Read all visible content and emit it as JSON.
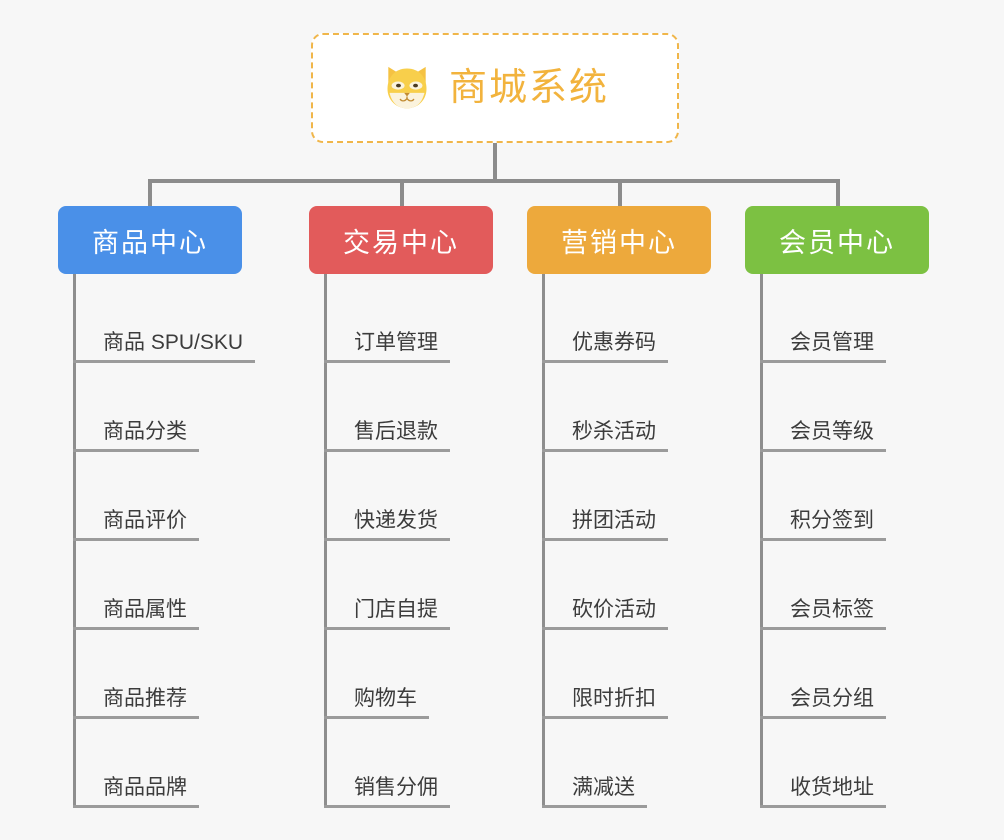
{
  "diagram": {
    "title": "商城系统",
    "type": "mindmap",
    "background_color": "#f7f7f7",
    "connector_color": "#8c8c8c",
    "root": {
      "label": "商城系统",
      "icon": "shiba-dog-face-icon",
      "text_color": "#f2b33d",
      "border_color": "#f0b64a",
      "background_color": "#ffffff"
    },
    "branches": [
      {
        "label": "商品中心",
        "color": "#4a90e8",
        "items": [
          "商品 SPU/SKU",
          "商品分类",
          "商品评价",
          "商品属性",
          "商品推荐",
          "商品品牌"
        ]
      },
      {
        "label": "交易中心",
        "color": "#e25b5b",
        "items": [
          "订单管理",
          "售后退款",
          "快递发货",
          "门店自提",
          "购物车",
          "销售分佣"
        ]
      },
      {
        "label": "营销中心",
        "color": "#eda93c",
        "items": [
          "优惠券码",
          "秒杀活动",
          "拼团活动",
          "砍价活动",
          "限时折扣",
          "满减送"
        ]
      },
      {
        "label": "会员中心",
        "color": "#7cc142",
        "items": [
          "会员管理",
          "会员等级",
          "积分签到",
          "会员标签",
          "会员分组",
          "收货地址"
        ]
      }
    ]
  }
}
